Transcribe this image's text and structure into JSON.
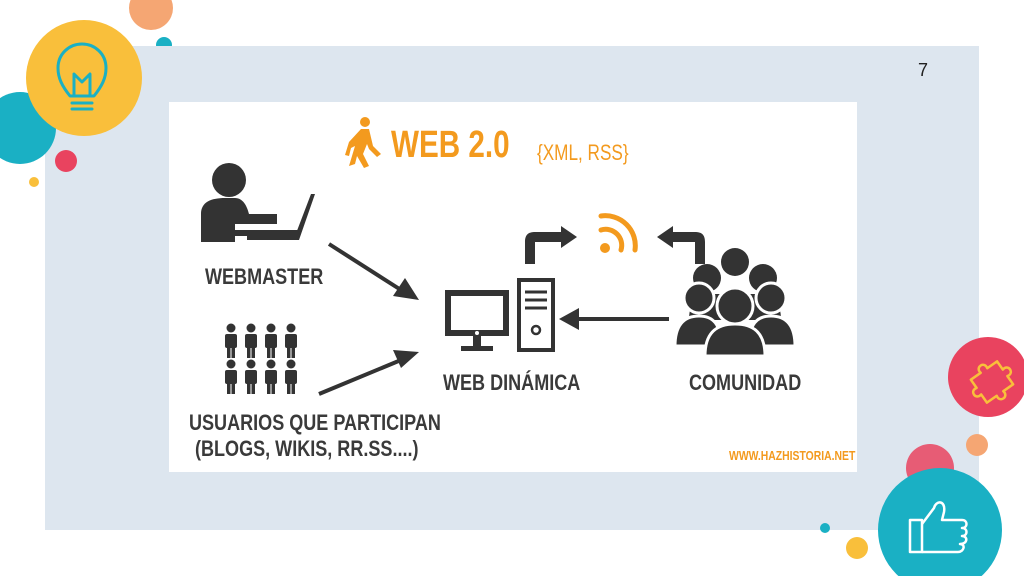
{
  "slide": {
    "page_number": "7"
  },
  "diagram": {
    "title": "WEB 2.0",
    "subtitle": "{XML, RSS}",
    "nodes": {
      "webmaster": "WEBMASTER",
      "users_line1": "USUARIOS QUE PARTICIPAN",
      "users_line2": "(BLOGS, WIKIS, RR.SS....)",
      "web": "WEB DINÁMICA",
      "community": "COMUNIDAD"
    },
    "credit": "WWW.HAZHISTORIA.NET"
  },
  "colors": {
    "accent_orange": "#f39a1e",
    "icon_dark": "#333333",
    "panel_bg": "#dde6ef",
    "deco_yellow": "#f9bf3b",
    "deco_teal": "#1ab0c4",
    "deco_pink": "#e9435f",
    "deco_peach": "#f5a673"
  },
  "icons": [
    "lightbulb-icon",
    "puzzle-icon",
    "thumbs-up-icon",
    "walking-person-icon",
    "rss-icon",
    "laptop-user-icon",
    "people-grid-icon",
    "computer-icon",
    "community-icon"
  ]
}
